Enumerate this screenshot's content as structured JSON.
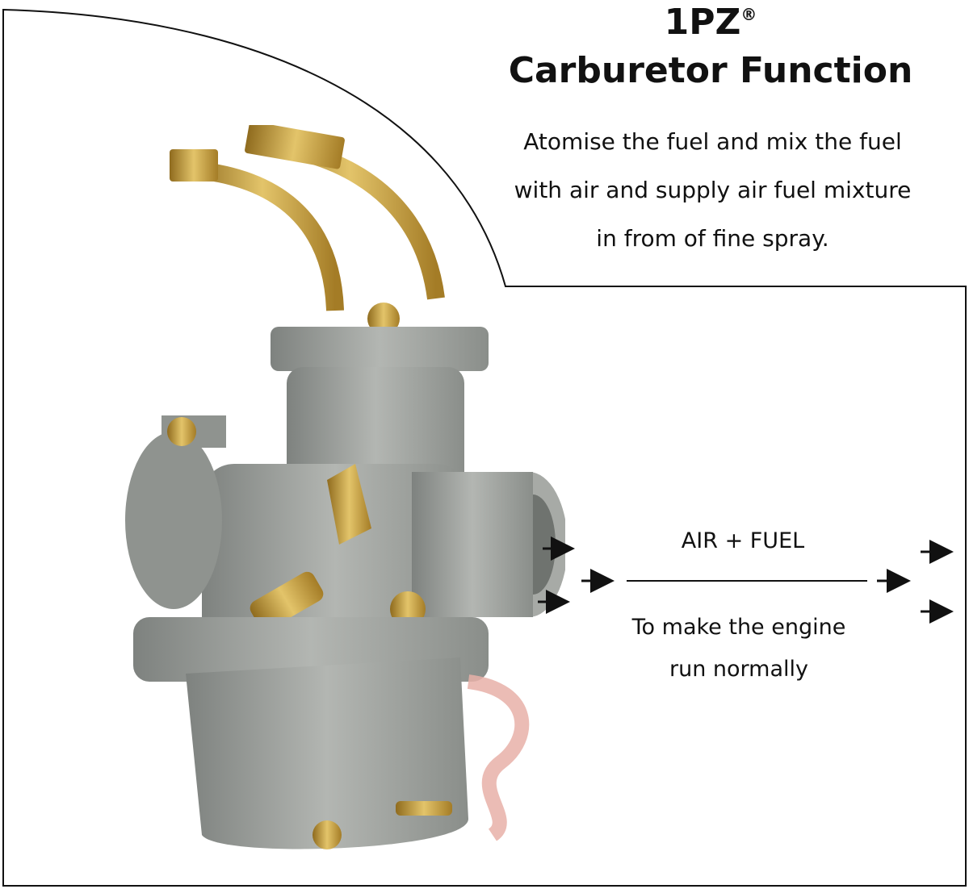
{
  "header": {
    "brand": "1PZ",
    "brand_mark": "®",
    "title": "Carburetor Function"
  },
  "description": {
    "lines": [
      "Atomise the fuel and mix the fuel",
      "with air and supply air fuel mixture",
      "in from of fine spray."
    ]
  },
  "flow": {
    "label_top": "AIR + FUEL",
    "label_bottom_lines": [
      "To make the engine",
      "run normally"
    ]
  },
  "image": {
    "subject": "carburetor-illustration"
  },
  "colors": {
    "body_metal": "#9a9d9a",
    "brass": "#c9a23f",
    "hose": "#e6a7a0",
    "text": "#111111"
  }
}
